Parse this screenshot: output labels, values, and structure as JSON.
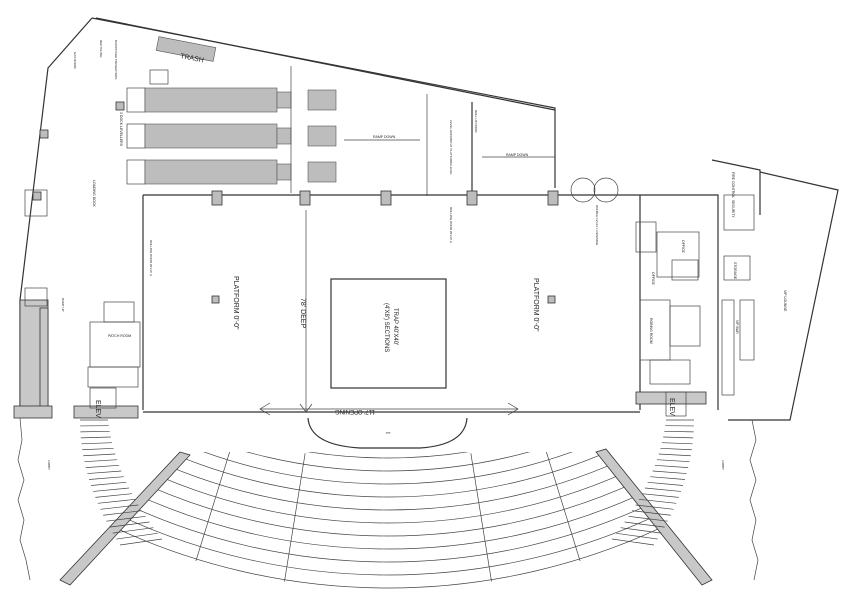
{
  "plan": {
    "title_labels": {
      "trash": "TRASH",
      "elev_left": "ELEV",
      "elev_right": "ELEV",
      "platform_left": "PLATFORM 0'-0\"",
      "platform_right": "PLATFORM 0'-0\"",
      "deep": "78' DEEP",
      "trap_line1": "TRAP 40'X40'",
      "trap_line2": "(4'X8') SECTIONS",
      "opening": "117' OPENING",
      "ramp_down_1": "RAMP DOWN",
      "ramp_down_2": "RAMP DOWN",
      "loading_dock": "LOADING DOCK",
      "dock_levellers": "3 DOCK LEVELLERS",
      "rolling_door_left": "ROLLING DOOR 20'x14' H",
      "rolling_door_mid": "ROLLING DOOR 20'x14' H",
      "roll_up_door": "ROLL UP DOOR",
      "level_ground": "LEVEL GROUND AT PLATFORM LEVEL",
      "double_door": "DOUBLE 12'x14' H OPENING",
      "patch_room": "PATCH ROOM",
      "ramp_up": "RAMP UP",
      "office_1": "OFFICE",
      "office_2": "OFFICE",
      "robing_room": "ROBING ROOM",
      "storage": "STORAGE",
      "security": "SECURITY",
      "fire_control": "FIRE CONTROL",
      "vip_lounge": "VIP LOUNGE",
      "vip_bar": "VIP BAR",
      "recycling": "RECYCLING",
      "backstage": "BACKSTAGE PROJECTORS",
      "gas_room": "GAS ROOM",
      "pit": "PIT",
      "lobby_left": "LOBBY",
      "lobby_right": "LOBBY"
    },
    "colors": {
      "line": "#333333",
      "fill": "#bdbdbd",
      "background": "#ffffff"
    }
  }
}
